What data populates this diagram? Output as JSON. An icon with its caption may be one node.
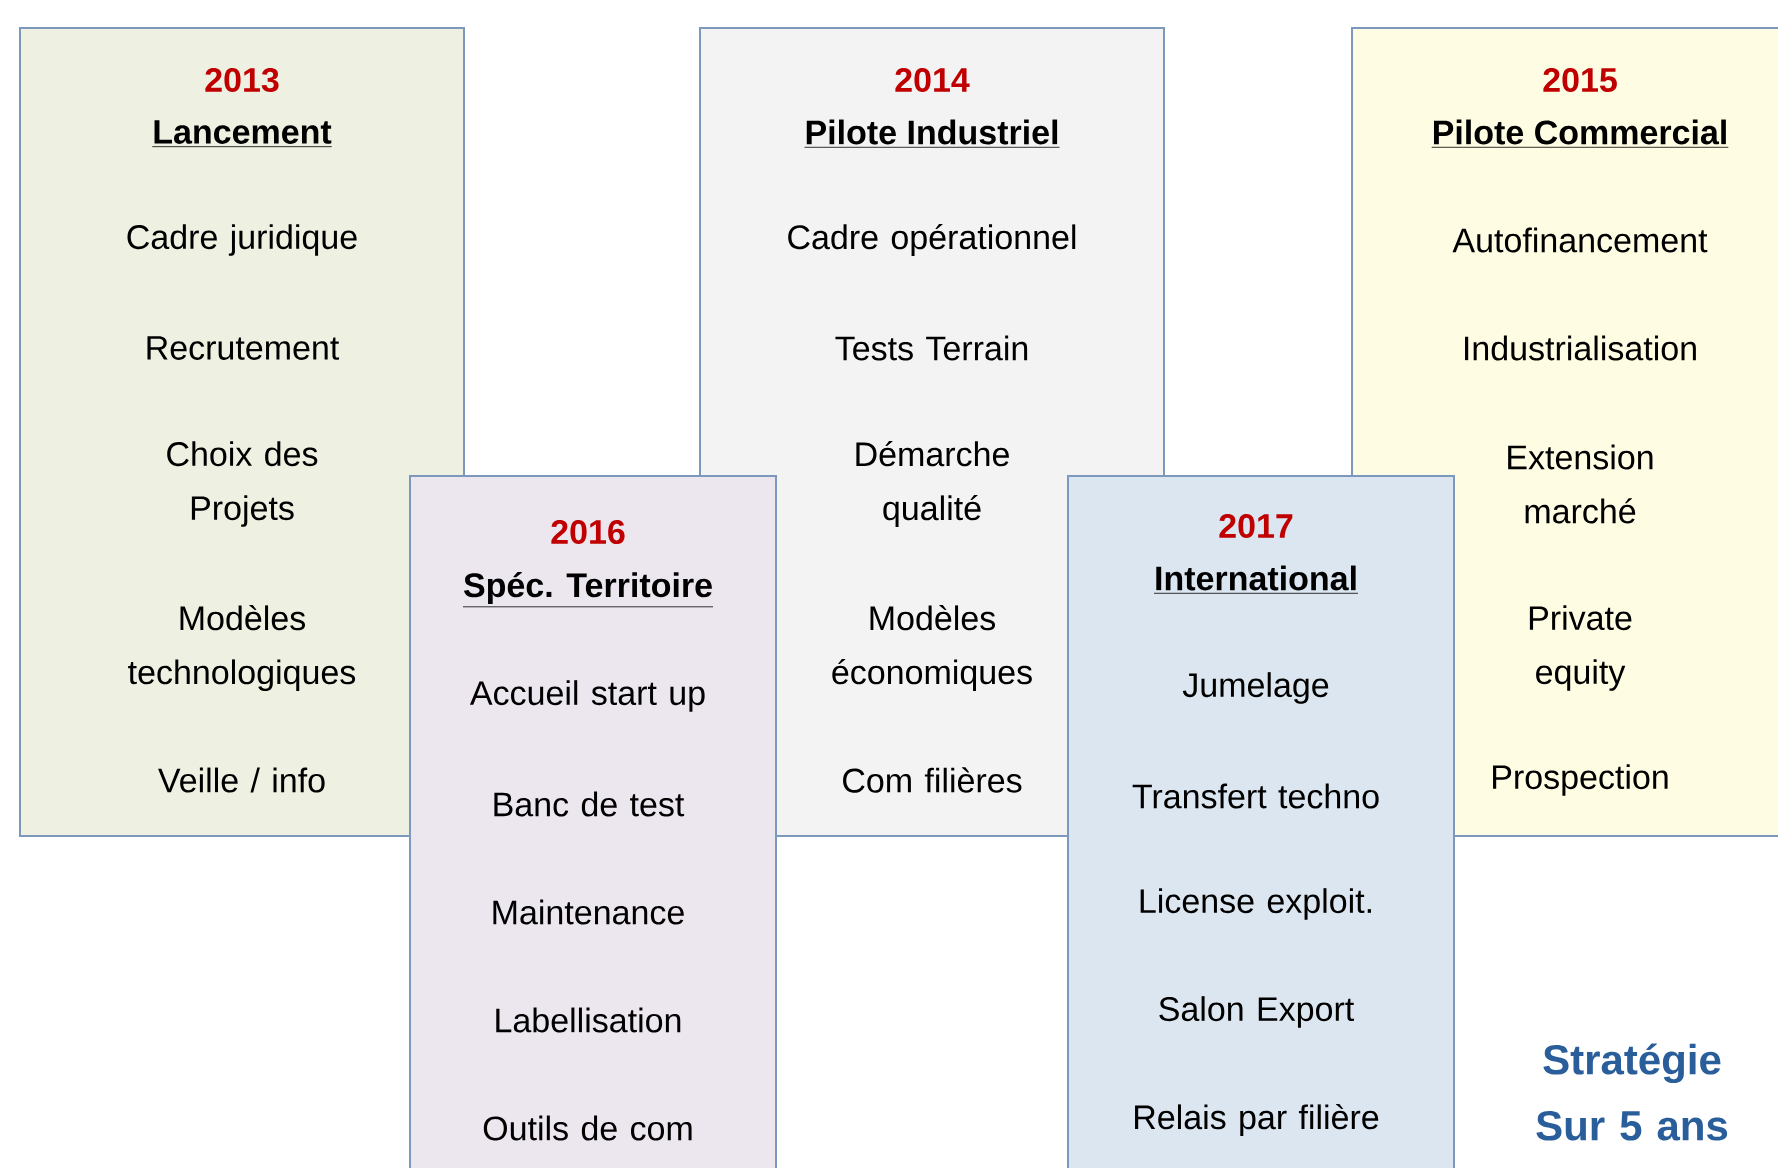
{
  "diagram": {
    "nodes": [
      {
        "text": [
          "2013",
          "Lancement",
          "Cadre juridique",
          "Recrutement",
          "Choix des Projets",
          "Modèles technologiques",
          "Veille / info"
        ]
      },
      {
        "text": [
          "2014",
          "Pilote Industriel",
          "Cadre opérationnel",
          "Tests Terrain",
          "Démarche qualité",
          "Modèles économiques",
          "Com filières"
        ]
      },
      {
        "text": [
          "2015",
          "Pilote Commercial",
          "Autofinancement",
          "Industrialisation",
          "Extension marché",
          "Private equity",
          "Prospection"
        ]
      },
      {
        "text": [
          "2016",
          "Spéc. Territoire",
          "Accueil start up",
          "Banc de test",
          "Maintenance",
          "Labellisation",
          "Outils de com"
        ]
      },
      {
        "text": [
          "2017",
          "International",
          "Jumelage",
          "Transfert techno",
          "License exploit.",
          "Salon Export",
          "Relais par filière"
        ]
      }
    ],
    "labels": [
      "Stratégie Sur 5 ans"
    ]
  }
}
